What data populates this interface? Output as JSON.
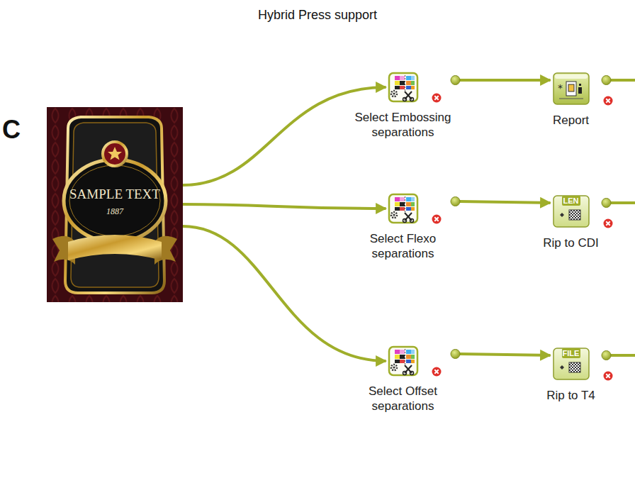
{
  "diagram": {
    "title": "Hybrid Press support",
    "nodes": [
      {
        "text": [
          "SAMPLE TEXT",
          "1887"
        ]
      },
      {
        "text": [
          "Select Embossing separations"
        ]
      },
      {
        "text": [
          "Report"
        ]
      },
      {
        "text": [
          "Select Flexo separations"
        ]
      },
      {
        "text": [
          "LEN",
          "Rip to CDI"
        ]
      },
      {
        "text": [
          "Select Offset separations"
        ]
      },
      {
        "text": [
          "FILE",
          "Rip to T4"
        ]
      }
    ],
    "edges": [
      {
        "from": 0,
        "to": 1,
        "arrow": "to"
      },
      {
        "from": 0,
        "to": 3,
        "arrow": "to"
      },
      {
        "from": 0,
        "to": 5,
        "arrow": "to"
      },
      {
        "from": 1,
        "to": 2,
        "arrow": "to"
      },
      {
        "from": 3,
        "to": 4,
        "arrow": "to"
      },
      {
        "from": 5,
        "to": 6,
        "arrow": "to"
      }
    ],
    "labels": [
      "C"
    ]
  }
}
